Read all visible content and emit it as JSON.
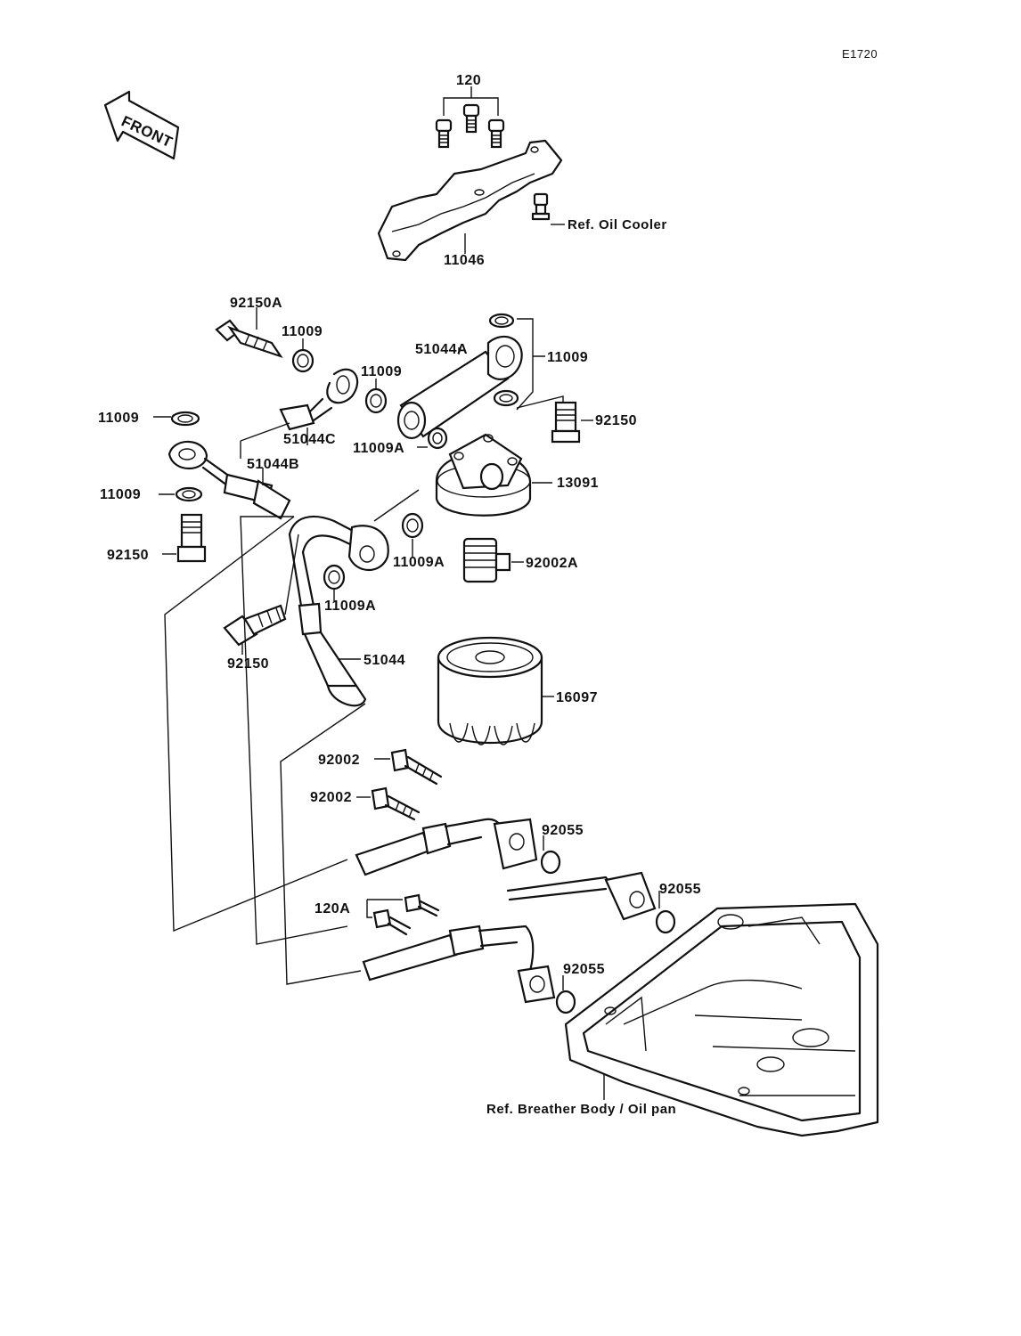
{
  "diagram_code": "E1720",
  "front_label": "FRONT",
  "labels": {
    "p120": "120",
    "p11046": "11046",
    "ref_oil_cooler": "Ref. Oil Cooler",
    "p92150A": "92150A",
    "p11009_a": "11009",
    "p11009_b": "11009",
    "p51044A": "51044A",
    "p11009_c": "11009",
    "p11009_d": "11009",
    "p51044C": "51044C",
    "p11009A_a": "11009A",
    "p92150_a": "92150",
    "p51044B": "51044B",
    "p13091": "13091",
    "p11009_e": "11009",
    "p92150_b": "92150",
    "p11009A_b": "11009A",
    "p92002A": "92002A",
    "p11009A_c": "11009A",
    "p92150_c": "92150",
    "p51044": "51044",
    "p16097": "16097",
    "p92002_a": "92002",
    "p92002_b": "92002",
    "p92055_a": "92055",
    "p120A": "120A",
    "p92055_b": "92055",
    "p92055_c": "92055",
    "ref_breather": "Ref. Breather Body / Oil pan"
  }
}
